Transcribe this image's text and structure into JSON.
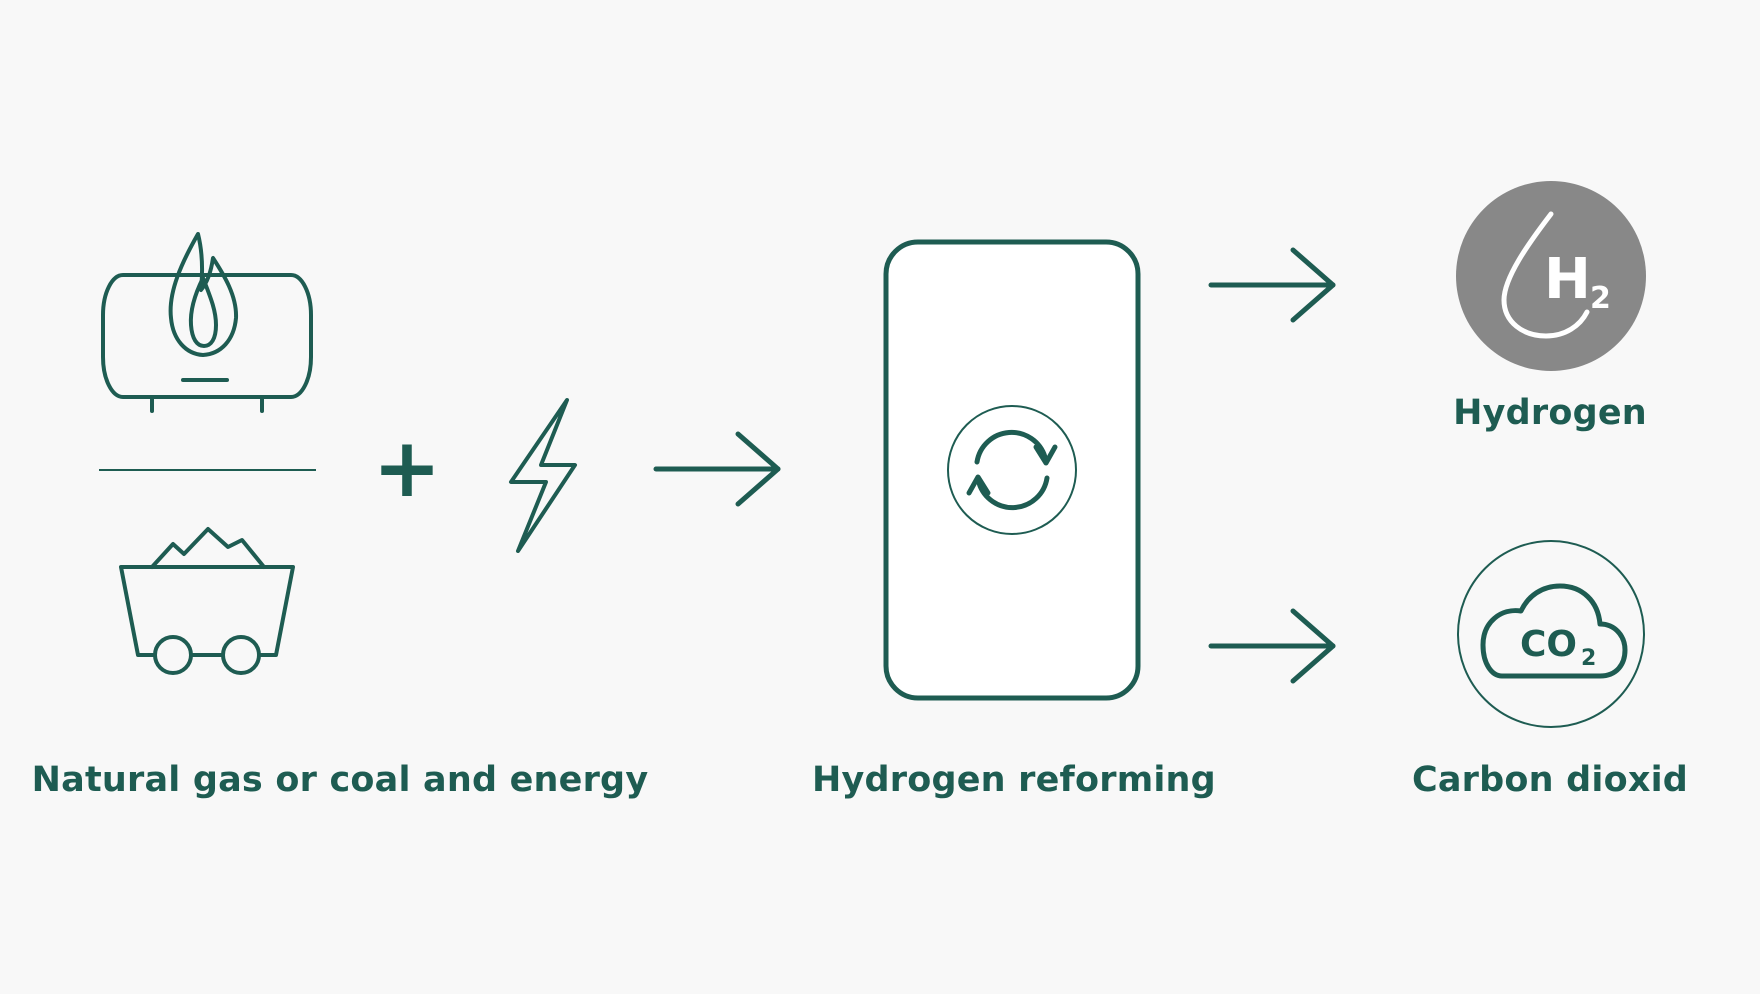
{
  "colors": {
    "accent": "#1e5c52",
    "background": "#f8f8f8",
    "box_fill": "#ffffff",
    "hydrogen_fill": "#888888"
  },
  "labels": {
    "input": "Natural gas or coal and energy",
    "reforming": "Hydrogen reforming",
    "hydrogen": "Hydrogen",
    "co2": "Carbon dioxid"
  },
  "symbols": {
    "plus": "+",
    "h2_letter": "H",
    "h2_subscript": "2",
    "co2_letters": "CO",
    "co2_subscript": "2"
  },
  "icons": [
    "gas-tank-flame-icon",
    "coal-cart-icon",
    "lightning-bolt-icon",
    "cycle-arrows-icon",
    "hydrogen-drop-icon",
    "co2-cloud-icon"
  ]
}
